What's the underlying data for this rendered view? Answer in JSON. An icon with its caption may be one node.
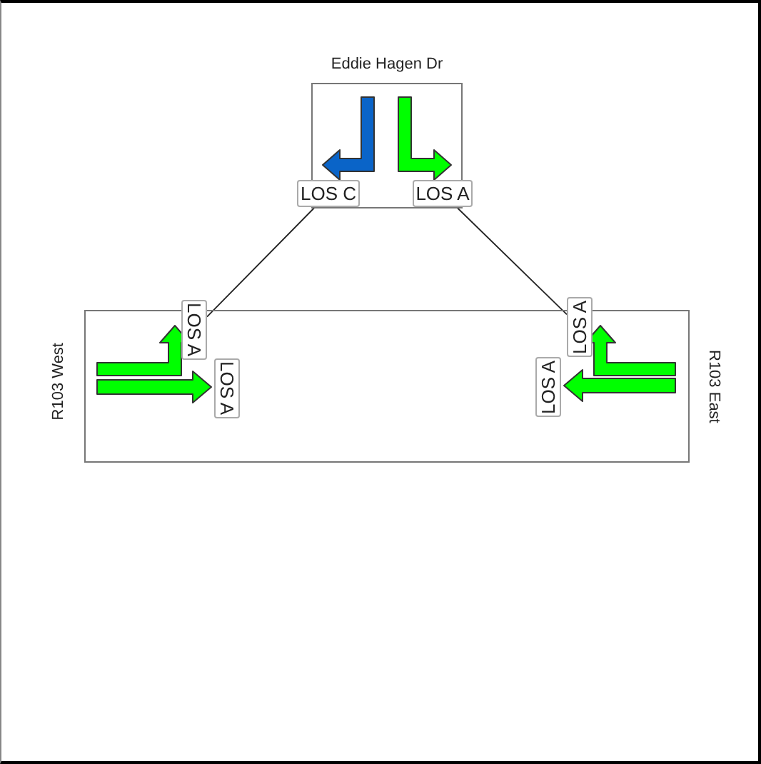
{
  "diagram": {
    "nodes": [
      {
        "text": [
          "Eddie Hagen Dr"
        ]
      },
      {
        "text": [
          "LOS C"
        ]
      },
      {
        "text": [
          "LOS A"
        ]
      },
      {
        "text": [
          "R103 West",
          "R103 East"
        ]
      },
      {
        "text": [
          "LOS A"
        ]
      },
      {
        "text": [
          "LOS A"
        ],
        "in": 3
      },
      {
        "text": [
          "LOS A"
        ]
      },
      {
        "text": [
          "LOS A"
        ],
        "in": 3
      }
    ],
    "edges": [
      {
        "from": 1,
        "to": 4,
        "arrow": "none"
      },
      {
        "from": 2,
        "to": 6,
        "arrow": "none"
      }
    ]
  }
}
